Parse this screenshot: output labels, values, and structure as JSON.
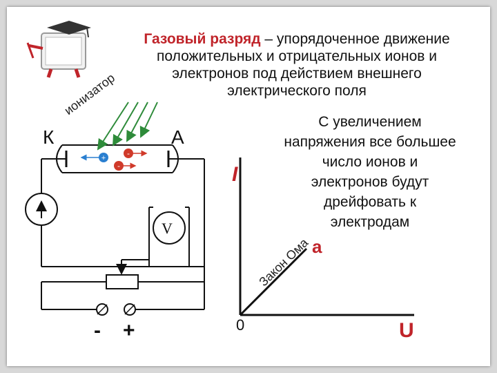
{
  "title": {
    "term": "Газовый разряд",
    "line1_rest": " – упорядоченное движение",
    "line2": "положительных и отрицательных ионов и",
    "line3": "электронов под действием внешнего",
    "line4": "электрического поля"
  },
  "side_text": {
    "line1": "С увеличением",
    "line2": "напряжения все большее",
    "line3": "число ионов и",
    "line4": "электронов будут",
    "line5": "дрейфовать к",
    "line6": "электродам"
  },
  "circuit": {
    "cathode_label": "К",
    "anode_label": "А",
    "ionizer_label": "ионизатор",
    "voltmeter_label": "V",
    "ion_positive_sign": "+",
    "ion_negative_sign": "-",
    "terminal_minus": "-",
    "terminal_plus": "+"
  },
  "graph": {
    "y_label": "I",
    "x_label": "U",
    "origin_label": "0",
    "line_label": "Закон Ома",
    "point_label": "а"
  },
  "colors": {
    "accent": "#c0242a",
    "ionizer_arrows": "#2e8b3a",
    "positive_ion": "#2a7fd0",
    "negative_ion": "#d03a2a"
  }
}
